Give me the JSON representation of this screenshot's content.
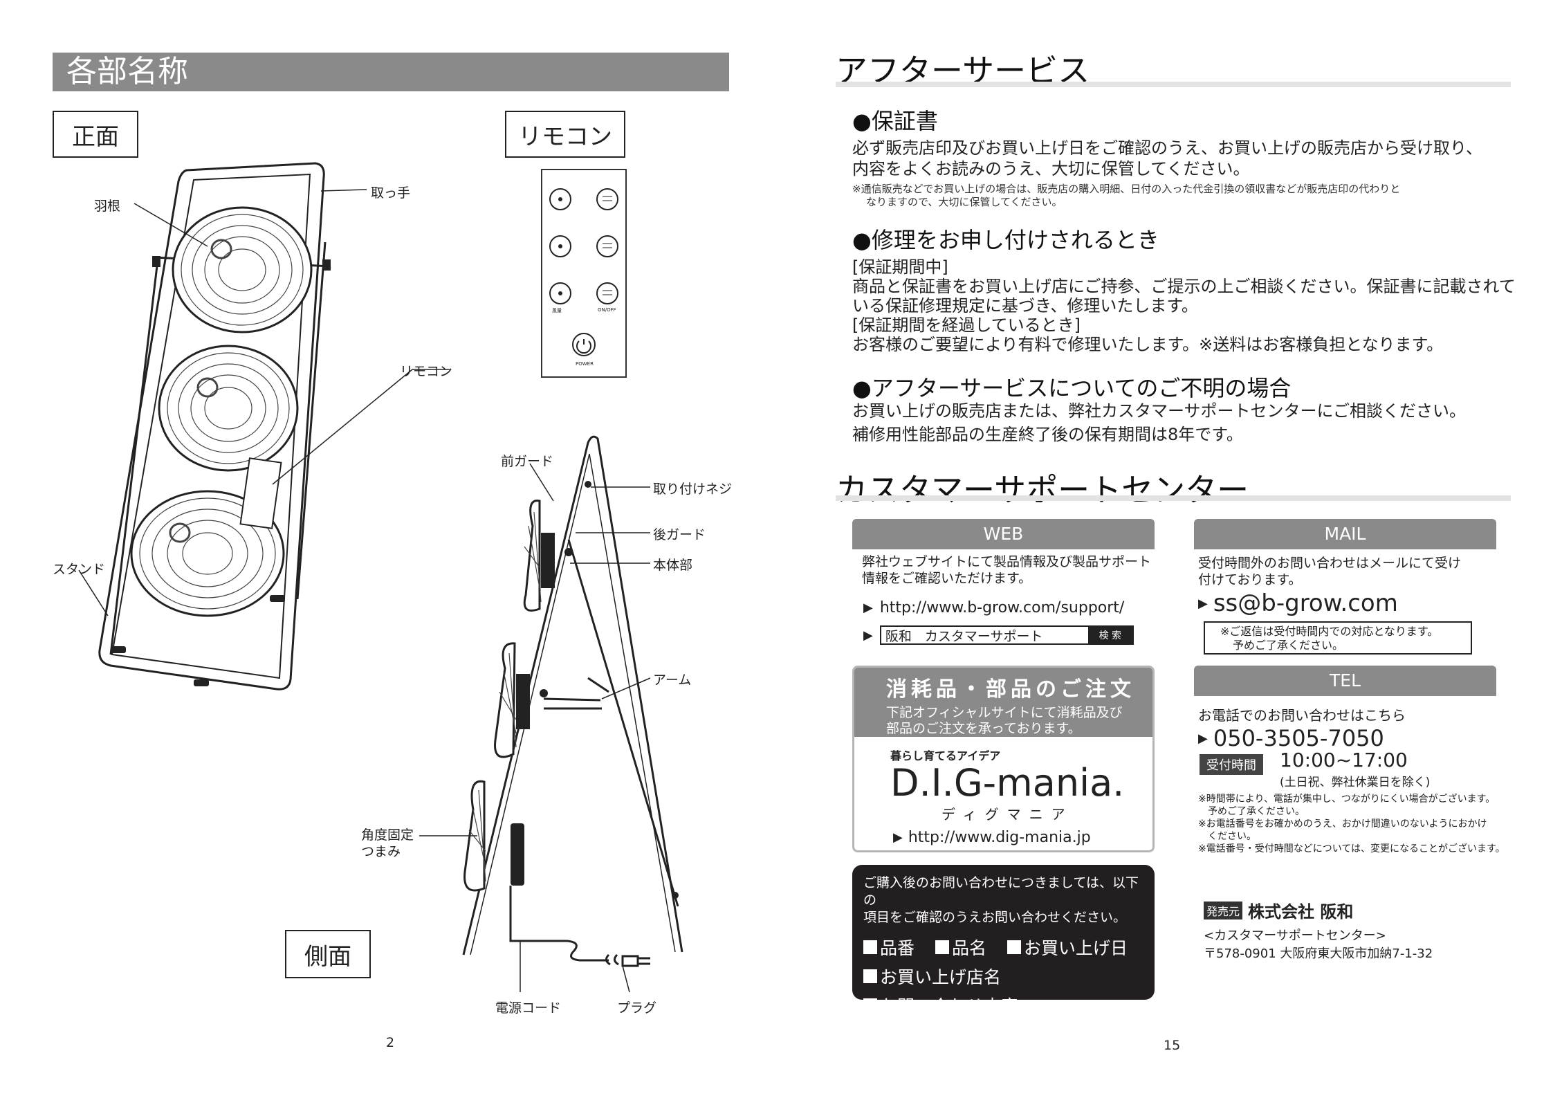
{
  "left_page": {
    "title": "各部名称",
    "front_label": "正面",
    "remote_label": "リモコン",
    "side_label": "側面",
    "front_parts": {
      "blade": "羽根",
      "handle": "取っ手",
      "remote": "リモコン",
      "stand": "スタンド"
    },
    "remote_buttons": {
      "timer_label": "風量",
      "onoff_label": "ON/OFF",
      "power_label": "POWER"
    },
    "side_parts": {
      "front_guard": "前ガード",
      "mount_screw": "取り付けネジ",
      "rear_guard": "後ガード",
      "body": "本体部",
      "arm": "アーム",
      "angle_knob_line1": "角度固定",
      "angle_knob_line2": "つまみ",
      "power_cord": "電源コード",
      "plug": "プラグ"
    },
    "page_number": "2"
  },
  "right_page": {
    "after_service_title": "アフターサービス",
    "warranty": {
      "heading": "●保証書",
      "line1": "必ず販売店印及びお買い上げ日をご確認のうえ、お買い上げの販売店から受け取り、",
      "line2": "内容をよくお読みのうえ、大切に保管してください。",
      "note1": "※通信販売などでお買い上げの場合は、販売店の購入明細、日付の入った代金引換の領収書などが販売店印の代わりと",
      "note2": "なりますので、大切に保管してください。"
    },
    "repair": {
      "heading": "●修理をお申し付けされるとき",
      "l1": "[保証期間中]",
      "l2": "商品と保証書をお買い上げ店にご持参、ご提示の上ご相談ください。保証書に記載されて",
      "l3": "いる保証修理規定に基づき、修理いたします。",
      "l4": "[保証期間を経過しているとき]",
      "l5": "お客様のご要望により有料で修理いたします。※送料はお客様負担となります。"
    },
    "unclear": {
      "heading": "●アフターサービスについてのご不明の場合",
      "l1": "お買い上げの販売店または、弊社カスタマーサポートセンターにご相談ください。",
      "l2": "補修用性能部品の生産終了後の保有期間は8年です。"
    },
    "support_title": "カスタマーサポートセンター",
    "web": {
      "head": "WEB",
      "desc1": "弊社ウェブサイトにて製品情報及び製品サポート",
      "desc2": "情報をご確認いただけます。",
      "url": "http://www.b-grow.com/support/",
      "search_text": "阪和　カスタマーサポート",
      "search_button": "検 索"
    },
    "mail": {
      "head": "MAIL",
      "desc1": "受付時間外のお問い合わせはメールにて受け",
      "desc2": "付けております。",
      "address": "ss@b-grow.com",
      "note1": "※ご返信は受付時間内での対応となります。",
      "note2": "予めご了承ください。"
    },
    "parts_order": {
      "title": "消耗品・部品のご注文",
      "desc1": "下記オフィシャルサイトにて消耗品及び",
      "desc2": "部品のご注文を承っております。",
      "tagline": "暮らし育てるアイデア",
      "brand": "D.I.G-mania.",
      "brand_kana": "ディグマニア",
      "url": "http://www.dig-mania.jp"
    },
    "tel": {
      "head": "TEL",
      "desc": "お電話でのお問い合わせはこちら",
      "number": "050-3505-7050",
      "hours_label": "受付時間",
      "hours": "10:00~17:00",
      "closed": "(土日祝、弊社休業日を除く)",
      "n1": "※時間帯により、電話が集中し、つながりにくい場合がございます。",
      "n2": "予めご了承ください。",
      "n3": "※お電話番号をお確かめのうえ、おかけ間違いのないようにおかけ",
      "n4": "ください。",
      "n5": "※電話番号・受付時間などについては、変更になることがございます。"
    },
    "inquiry": {
      "l1": "ご購入後のお問い合わせにつきましては、以下の",
      "l2": "項目をご確認のうえお問い合わせください。",
      "item1": "品番",
      "item2": "品名",
      "item3": "お買い上げ日",
      "item4": "お買い上げ店名",
      "item5": "お問い合わせ内容"
    },
    "company": {
      "badge": "発売元",
      "name": "株式会社 阪和",
      "center": "<カスタマーサポートセンター>",
      "address": "〒578-0901 大阪府東大阪市加納7-1-32"
    },
    "page_number": "15"
  }
}
